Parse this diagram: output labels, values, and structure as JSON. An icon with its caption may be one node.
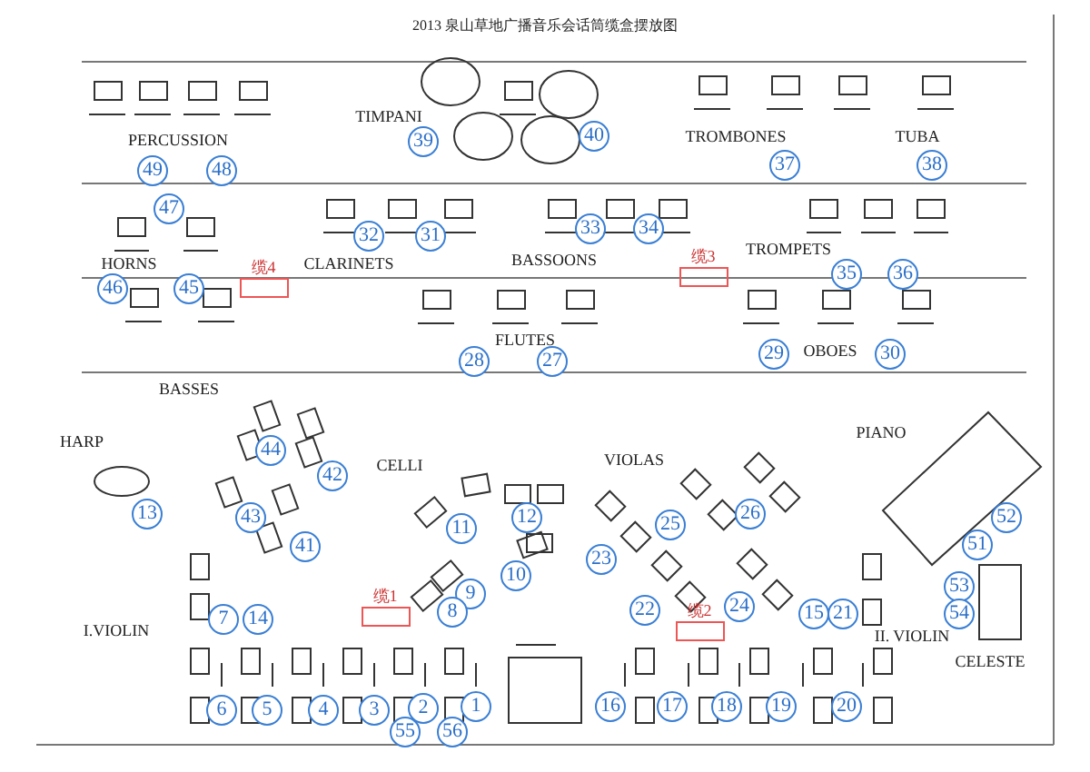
{
  "diagram": {
    "title": "2013 泉山草地广播音乐会话筒缆盒摆放图",
    "nodes": [
      {
        "text": [
          "39"
        ]
      },
      {
        "text": [
          "40"
        ]
      },
      {
        "text": [
          "37"
        ]
      },
      {
        "text": [
          "38"
        ]
      },
      {
        "text": [
          "49"
        ]
      },
      {
        "text": [
          "48"
        ]
      },
      {
        "text": [
          "47"
        ]
      },
      {
        "text": [
          "32"
        ]
      },
      {
        "text": [
          "31"
        ]
      },
      {
        "text": [
          "33"
        ]
      },
      {
        "text": [
          "34"
        ]
      },
      {
        "text": [
          "缆3"
        ]
      },
      {
        "text": [
          "35"
        ]
      },
      {
        "text": [
          "36"
        ]
      },
      {
        "text": [
          "缆4"
        ]
      },
      {
        "text": [
          "46"
        ]
      },
      {
        "text": [
          "45"
        ]
      },
      {
        "text": [
          "29"
        ]
      },
      {
        "text": [
          "30"
        ]
      },
      {
        "text": [
          "28"
        ]
      },
      {
        "text": [
          "27"
        ]
      },
      {
        "text": [
          "44"
        ]
      },
      {
        "text": [
          "42"
        ]
      },
      {
        "text": [
          "13"
        ]
      },
      {
        "text": [
          "43"
        ]
      },
      {
        "text": [
          "12"
        ]
      },
      {
        "text": [
          "11"
        ]
      },
      {
        "text": [
          "41"
        ]
      },
      {
        "text": [
          "26"
        ]
      },
      {
        "text": [
          "25"
        ]
      },
      {
        "text": [
          "52"
        ]
      },
      {
        "text": [
          "51"
        ]
      },
      {
        "text": [
          "23"
        ]
      },
      {
        "text": [
          "10"
        ]
      },
      {
        "text": [
          "9"
        ]
      },
      {
        "text": [
          "53"
        ]
      },
      {
        "text": [
          "缆1"
        ]
      },
      {
        "text": [
          "8"
        ]
      },
      {
        "text": [
          "7"
        ]
      },
      {
        "text": [
          "14"
        ]
      },
      {
        "text": [
          "22"
        ]
      },
      {
        "text": [
          "24"
        ]
      },
      {
        "text": [
          "15"
        ]
      },
      {
        "text": [
          "21"
        ]
      },
      {
        "text": [
          "54"
        ]
      },
      {
        "text": [
          "缆2"
        ]
      },
      {
        "text": [
          "1"
        ]
      },
      {
        "text": [
          "2"
        ]
      },
      {
        "text": [
          "3"
        ]
      },
      {
        "text": [
          "4"
        ]
      },
      {
        "text": [
          "5"
        ]
      },
      {
        "text": [
          "6"
        ]
      },
      {
        "text": [
          "16"
        ]
      },
      {
        "text": [
          "17"
        ]
      },
      {
        "text": [
          "18"
        ]
      },
      {
        "text": [
          "19"
        ]
      },
      {
        "text": [
          "20"
        ]
      },
      {
        "text": [
          "55"
        ]
      },
      {
        "text": [
          "56"
        ]
      }
    ],
    "labels": [
      "TIMPANI",
      "PERCUSSION",
      "TROMBONES",
      "TUBA",
      "HORNS",
      "CLARINETS",
      "BASSOONS",
      "TROMPETS",
      "FLUTES",
      "OBOES",
      "BASSES",
      "HARP",
      "PIANO",
      "CELLI",
      "VIOLAS",
      "I.VIOLIN",
      "II. VIOLIN",
      "CELESTE"
    ]
  }
}
